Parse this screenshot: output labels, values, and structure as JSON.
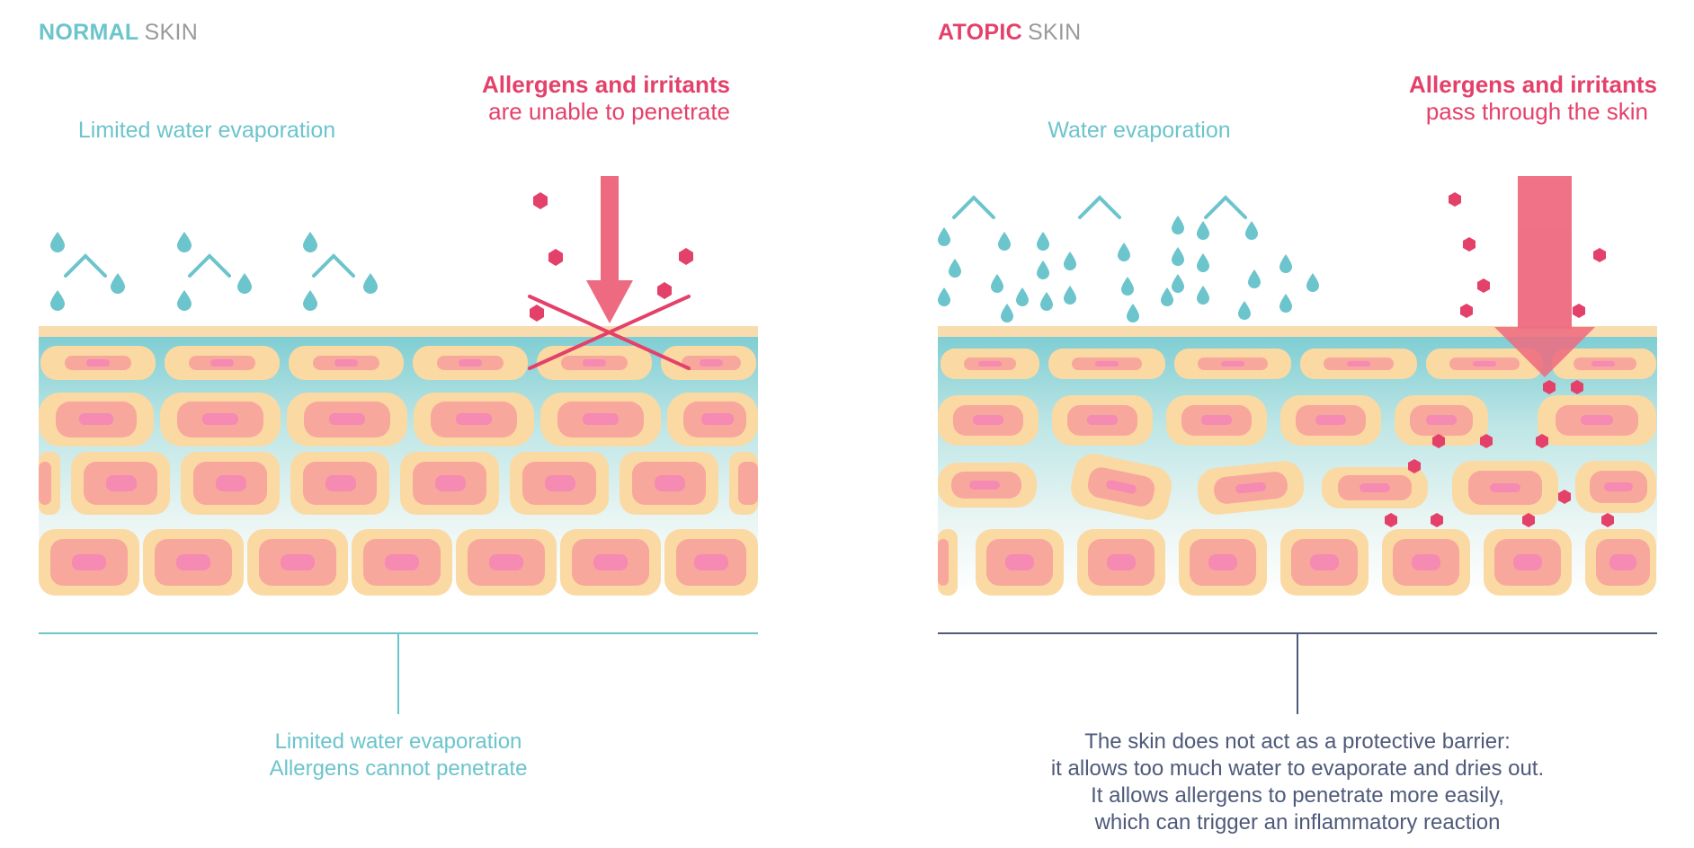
{
  "normal": {
    "title_bold": "NORMAL",
    "title_rest": "SKIN",
    "evaporation_label": "Limited water evaporation",
    "allergen_title": "Allergens and irritants",
    "allergen_sub": "are unable to penetrate",
    "caption": [
      "Limited water evaporation",
      "Allergens cannot penetrate"
    ]
  },
  "atopic": {
    "title_bold": "ATOPIC",
    "title_rest": "SKIN",
    "evaporation_label": "Water evaporation",
    "allergen_title": "Allergens and irritants",
    "allergen_sub": "pass through the skin",
    "caption": [
      "The skin does not act as a protective barrier:",
      "it allows too much water to evaporate and dries out.",
      "It allows allergens to penetrate more easily,",
      "which can trigger an inflammatory reaction"
    ]
  },
  "colors": {
    "teal": "#6cc4cc",
    "crimson": "#e4416a",
    "arrow_pink": "#ee6a80",
    "cell_border": "#fbd9a3",
    "cell_body": "#f8a79c",
    "nucleus": "#f58ab2",
    "surface": "#f9dcae",
    "layer_top": "#9bd9dd",
    "navy": "#4f5a7a"
  }
}
